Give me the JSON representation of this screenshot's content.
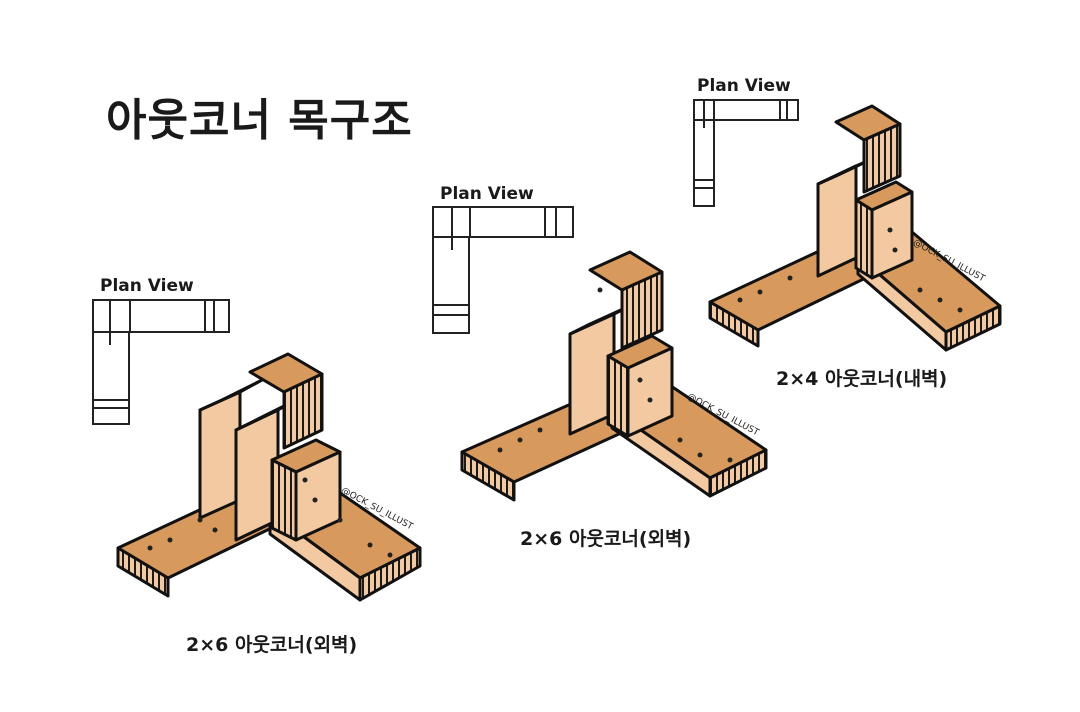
{
  "title": "아웃코너 목구조",
  "colors": {
    "wood_top": "#d79a5c",
    "wood_side": "#f2c9a0",
    "outline": "#111111",
    "hatch": "#1a1a1a"
  },
  "figures": [
    {
      "plan_label": "Plan View",
      "caption": "2×6 아웃코너(외벽)",
      "handle": "@OCK_SU_ILLUST"
    },
    {
      "plan_label": "Plan View",
      "caption": "2×6 아웃코너(외벽)",
      "handle": "@OCK_SU_ILLUST"
    },
    {
      "plan_label": "Plan View",
      "caption": "2×4 아웃코너(내벽)",
      "handle": "@OCK_SU_ILLUST"
    }
  ]
}
